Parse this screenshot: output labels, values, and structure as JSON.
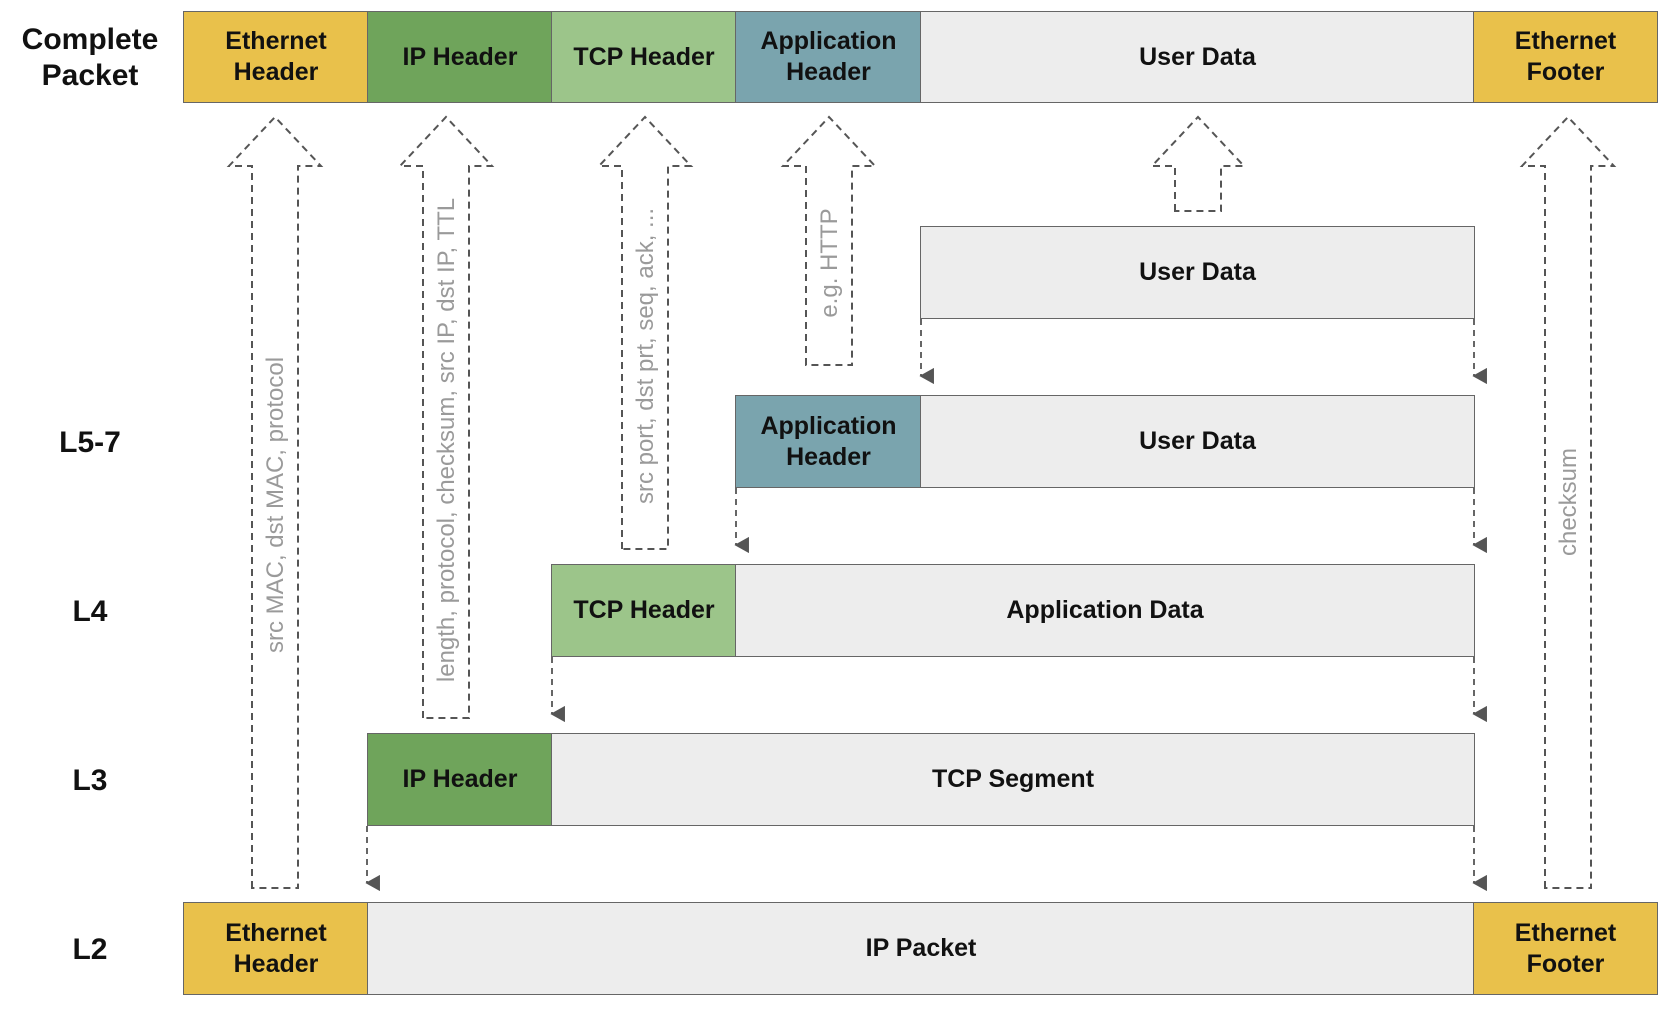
{
  "colors": {
    "ethernet": "#e9c14b",
    "ip_header": "#6fa45b",
    "tcp_header": "#9cc58a",
    "app_header": "#7aa4ae",
    "data": "#ededed",
    "arrow_stroke": "#555555",
    "note_text": "#9a9a9a"
  },
  "labels": {
    "complete": "Complete\nPacket",
    "l57": "L5-7",
    "l4": "L4",
    "l3": "L3",
    "l2": "L2"
  },
  "complete_packet": {
    "eth_header": "Ethernet\nHeader",
    "ip_header": "IP Header",
    "tcp_header": "TCP Header",
    "app_header": "Application\nHeader",
    "user_data": "User Data",
    "eth_footer": "Ethernet\nFooter"
  },
  "user_data_row": {
    "user_data": "User Data"
  },
  "l57_row": {
    "app_header": "Application\nHeader",
    "user_data": "User Data"
  },
  "l4_row": {
    "tcp_header": "TCP Header",
    "app_data": "Application Data"
  },
  "l3_row": {
    "ip_header": "IP Header",
    "tcp_segment": "TCP Segment"
  },
  "l2_row": {
    "eth_header": "Ethernet\nHeader",
    "ip_packet": "IP Packet",
    "eth_footer": "Ethernet\nFooter"
  },
  "field_notes": {
    "ethernet": "src MAC, dst MAC, protocol",
    "ip": "length, protocol, checksum, src IP, dst IP, TTL",
    "tcp": "src port, dst prt, seq, ack, ...",
    "app": "e.g. HTTP",
    "footer": "checksum"
  }
}
